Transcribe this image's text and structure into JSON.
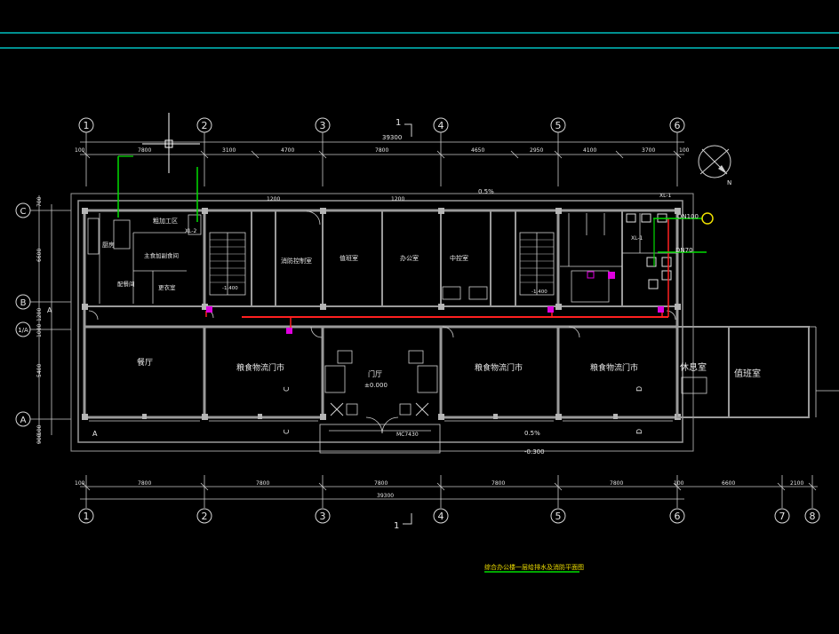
{
  "colors": {
    "background": "#000000",
    "wall": "#9a9a9a",
    "cyan": "#00e5e5",
    "red": "#ff2020",
    "green": "#00dd00",
    "magenta": "#e000e0",
    "yellow": "#f0e000"
  },
  "grid": {
    "top_labels": [
      "1",
      "2",
      "3",
      "4",
      "5",
      "6"
    ],
    "bottom_labels": [
      "1",
      "2",
      "3",
      "4",
      "5",
      "6",
      "7",
      "8"
    ],
    "left_labels": [
      "C",
      "B",
      "1/A",
      "A"
    ]
  },
  "dims": {
    "top_total": "39300",
    "top": [
      "100",
      "7800",
      "3100",
      "4700",
      "7800",
      "4650",
      "2950",
      "4100",
      "3700",
      "100"
    ],
    "bottom_total": "39300",
    "bottom": [
      "100",
      "7800",
      "7800",
      "7800",
      "7800",
      "7800",
      "100",
      "6600",
      "2100"
    ],
    "left": [
      "700",
      "6600",
      "1200",
      "1000",
      "5400",
      "100",
      "900"
    ]
  },
  "rooms": {
    "canteen": "餐厅",
    "grain_shop_1": "粮食物流门市",
    "lobby": "门厅",
    "lobby_level": "±0.000",
    "grain_shop_2": "粮食物流门市",
    "grain_shop_3": "粮食物流门市",
    "lounge": "休息室",
    "duty_room": "值班室",
    "fire_control": "消防控制室",
    "duty": "值班室",
    "office": "办公室",
    "central_control": "中控室",
    "kitchen": "厨房",
    "rough_processing": "粗加工区",
    "staple_food": "主食加副食间",
    "storeroom": "配餐间",
    "changing": "更衣室"
  },
  "labels": {
    "section_marker": "1",
    "section_c": "C",
    "section_d": "D",
    "slope_top": "0.5%",
    "slope_bottom": "0.5%",
    "level_minus": "-0.300",
    "level_stair_left": "-1.400",
    "level_stair_right": "-1.400",
    "door_mc": "MC7430",
    "dn100": "DN100",
    "dn70": "DN70",
    "pipe_xl1_top": "XL-1",
    "pipe_xl1_mid": "XL-1",
    "pipe_xl2": "XL-2",
    "dim_1200a": "1200",
    "dim_1200b": "1200",
    "axis_a_left": "A",
    "axis_a_right": "A",
    "north": "N"
  },
  "title": "综合办公楼一层给排水及消防平面图"
}
